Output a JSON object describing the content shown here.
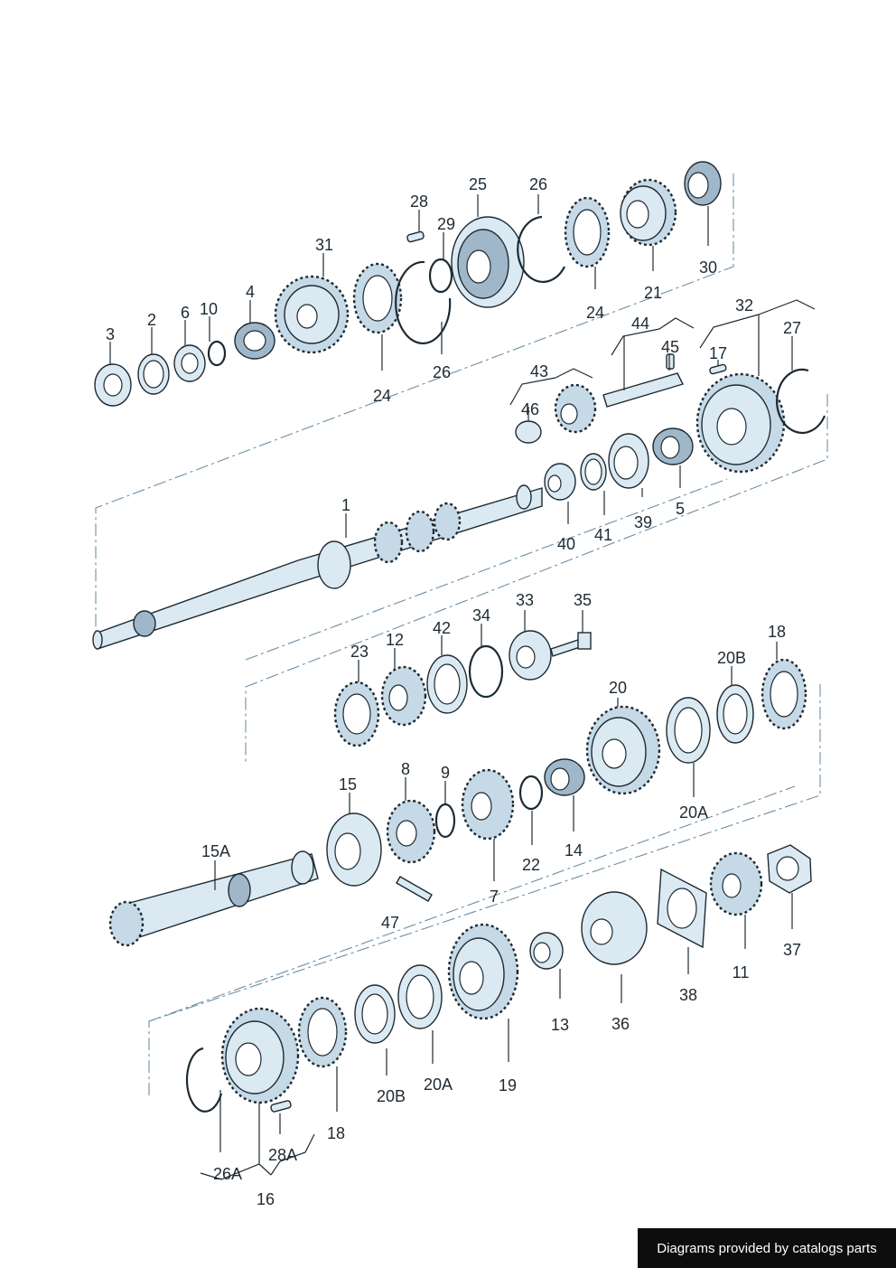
{
  "callouts": {
    "c1": "1",
    "c2": "2",
    "c3": "3",
    "c4": "4",
    "c5": "5",
    "c6": "6",
    "c7": "7",
    "c8": "8",
    "c9": "9",
    "c10": "10",
    "c11": "11",
    "c12": "12",
    "c13": "13",
    "c14": "14",
    "c15": "15",
    "c15A": "15A",
    "c16": "16",
    "c17": "17",
    "c18a": "18",
    "c18b": "18",
    "c19": "19",
    "c20": "20",
    "c20Aa": "20A",
    "c20Ab": "20A",
    "c20Ba": "20B",
    "c20Bb": "20B",
    "c21": "21",
    "c22": "22",
    "c23": "23",
    "c24a": "24",
    "c24b": "24",
    "c25": "25",
    "c26a": "26",
    "c26b": "26",
    "c26A": "26A",
    "c27": "27",
    "c28": "28",
    "c28A": "28A",
    "c29": "29",
    "c30": "30",
    "c31": "31",
    "c32": "32",
    "c33": "33",
    "c34": "34",
    "c35": "35",
    "c36": "36",
    "c37": "37",
    "c38": "38",
    "c39": "39",
    "c40": "40",
    "c41": "41",
    "c42": "42",
    "c43": "43",
    "c44": "44",
    "c45": "45",
    "c46": "46",
    "c47": "47"
  },
  "footer": {
    "credit": "Diagrams provided by catalogs parts"
  },
  "colors": {
    "part_fill": "#dbe9f2",
    "outline": "#1d2a33",
    "assembly_line": "#6d8fa6",
    "footer_bg": "#0d0d0d"
  }
}
